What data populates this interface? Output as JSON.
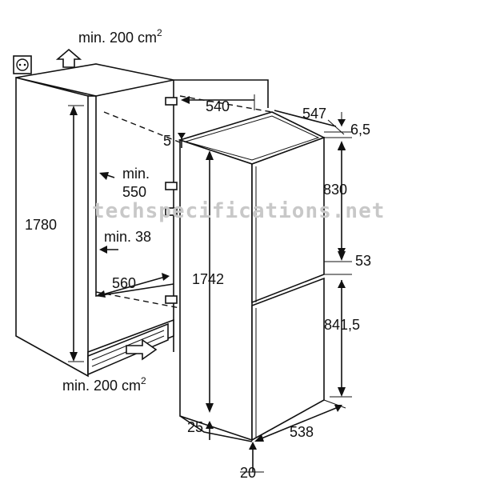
{
  "labels": {
    "ventilation_top": "min. 200 cm",
    "ventilation_top_sup": "2",
    "ventilation_bottom": "min. 200 cm",
    "ventilation_bottom_sup": "2",
    "niche_height": "1780",
    "niche_depth_min_a": "min.",
    "niche_depth_min_b": "550",
    "side_gap_min": "min. 38",
    "niche_width": "560",
    "depth_540": "540",
    "top_gap": "5",
    "width_547": "547",
    "offset_6_5": "6,5",
    "upper_door": "830",
    "door_gap": "53",
    "lower_door": "841,5",
    "body_height": "1742",
    "base_25": "25",
    "base_20": "20",
    "width_538": "538"
  },
  "watermark": "techspecifications.net",
  "icons": {
    "socket": "power-socket-icon",
    "air_up": "air-flow-up-arrow-icon",
    "air_in": "air-flow-in-arrow-icon"
  }
}
